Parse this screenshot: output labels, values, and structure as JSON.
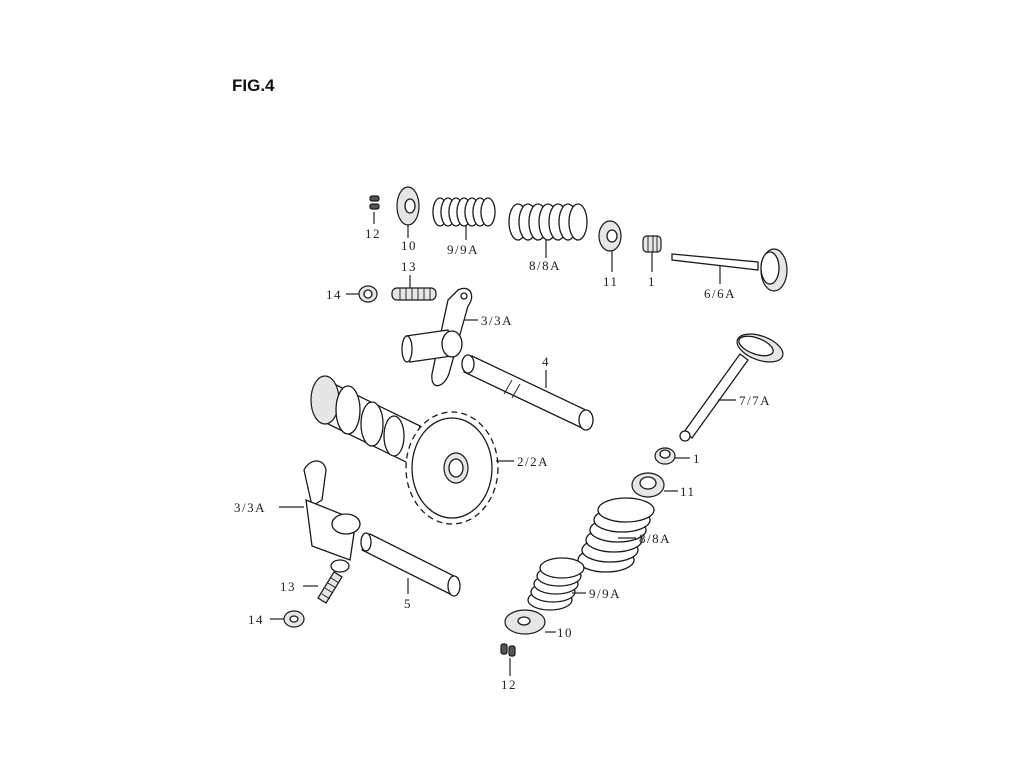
{
  "figure": {
    "title": "FIG.4"
  },
  "callouts": [
    {
      "id": "c12a",
      "text": "12"
    },
    {
      "id": "c10a",
      "text": "10"
    },
    {
      "id": "c9a",
      "text": "9/9A"
    },
    {
      "id": "c8a",
      "text": "8/8A"
    },
    {
      "id": "c11a",
      "text": "11"
    },
    {
      "id": "c1a",
      "text": "1"
    },
    {
      "id": "c6",
      "text": "6/6A"
    },
    {
      "id": "c13a",
      "text": "13"
    },
    {
      "id": "c14a",
      "text": "14"
    },
    {
      "id": "c3a",
      "text": "3/3A"
    },
    {
      "id": "c4",
      "text": "4"
    },
    {
      "id": "c7",
      "text": "7/7A"
    },
    {
      "id": "c2",
      "text": "2/2A"
    },
    {
      "id": "c1b",
      "text": "1"
    },
    {
      "id": "c11b",
      "text": "11"
    },
    {
      "id": "c3b",
      "text": "3/3A"
    },
    {
      "id": "c8b",
      "text": "8/8A"
    },
    {
      "id": "c9b",
      "text": "9/9A"
    },
    {
      "id": "c13b",
      "text": "13"
    },
    {
      "id": "c5",
      "text": "5"
    },
    {
      "id": "c14b",
      "text": "14"
    },
    {
      "id": "c10b",
      "text": "10"
    },
    {
      "id": "c12b",
      "text": "12"
    }
  ]
}
